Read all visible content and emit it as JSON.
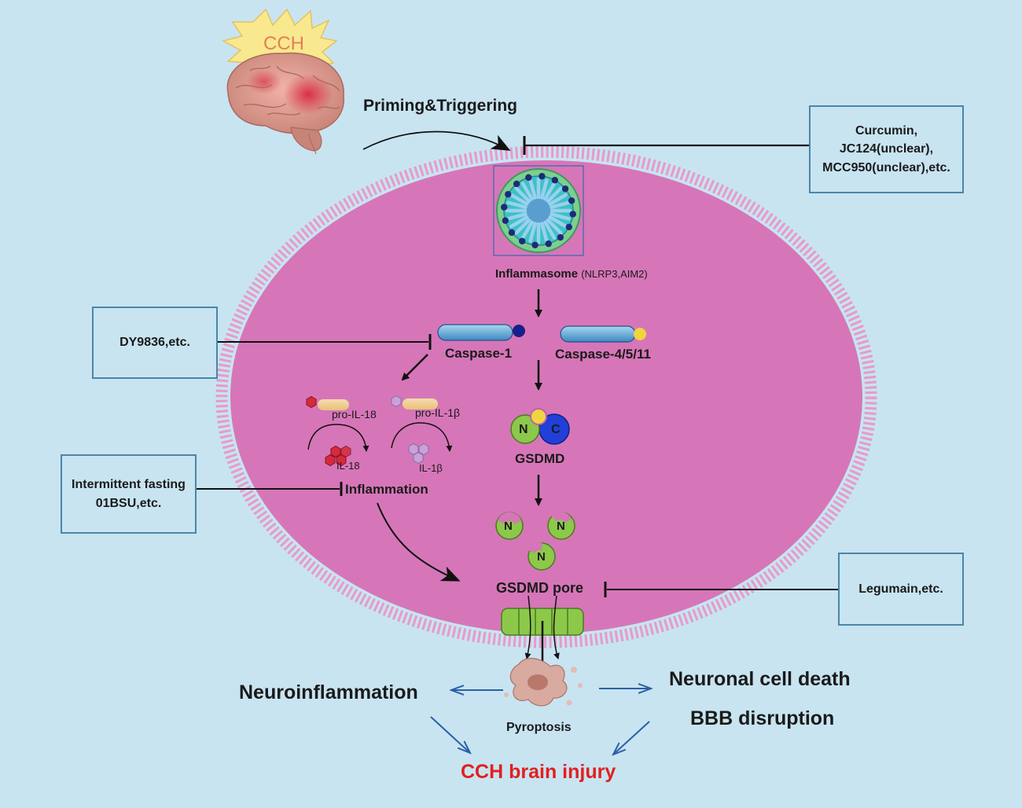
{
  "colors": {
    "background": "#c8e4f1",
    "cell": "#d676b8",
    "membrane": "#e79acb",
    "title_red": "#e02020",
    "arrow_blue": "#2b5fa8",
    "box_border": "#4a86a8"
  },
  "starburst_label": "CCH",
  "priming_label": "Priming&Triggering",
  "inhibitor_boxes": {
    "curcumin": [
      "Curcumin,",
      "JC124(unclear),",
      "MCC950(unclear),etc."
    ],
    "dy9836": "DY9836,etc.",
    "fasting": [
      "Intermittent fasting",
      "01BSU,etc."
    ],
    "legumain": "Legumain,etc."
  },
  "inflammasome": {
    "label": "Inflammasome",
    "sub": "(NLRP3,AIM2)"
  },
  "caspase1": "Caspase-1",
  "caspase4511": "Caspase-4/5/11",
  "pro_il18": "pro-IL-18",
  "pro_il1b": "pro-IL-1β",
  "il18": "IL-18",
  "il1b": "IL-1β",
  "inflammation": "Inflammation",
  "gsdmd": {
    "label": "GSDMD",
    "n": "N",
    "c": "C"
  },
  "gsdmd_pore": "GSDMD pore",
  "pyroptosis": "Pyroptosis",
  "outcomes": {
    "neuroinflammation": "Neuroinflammation",
    "neuronal_death": "Neuronal cell death",
    "bbb": "BBB disruption",
    "final": "CCH brain injury"
  }
}
